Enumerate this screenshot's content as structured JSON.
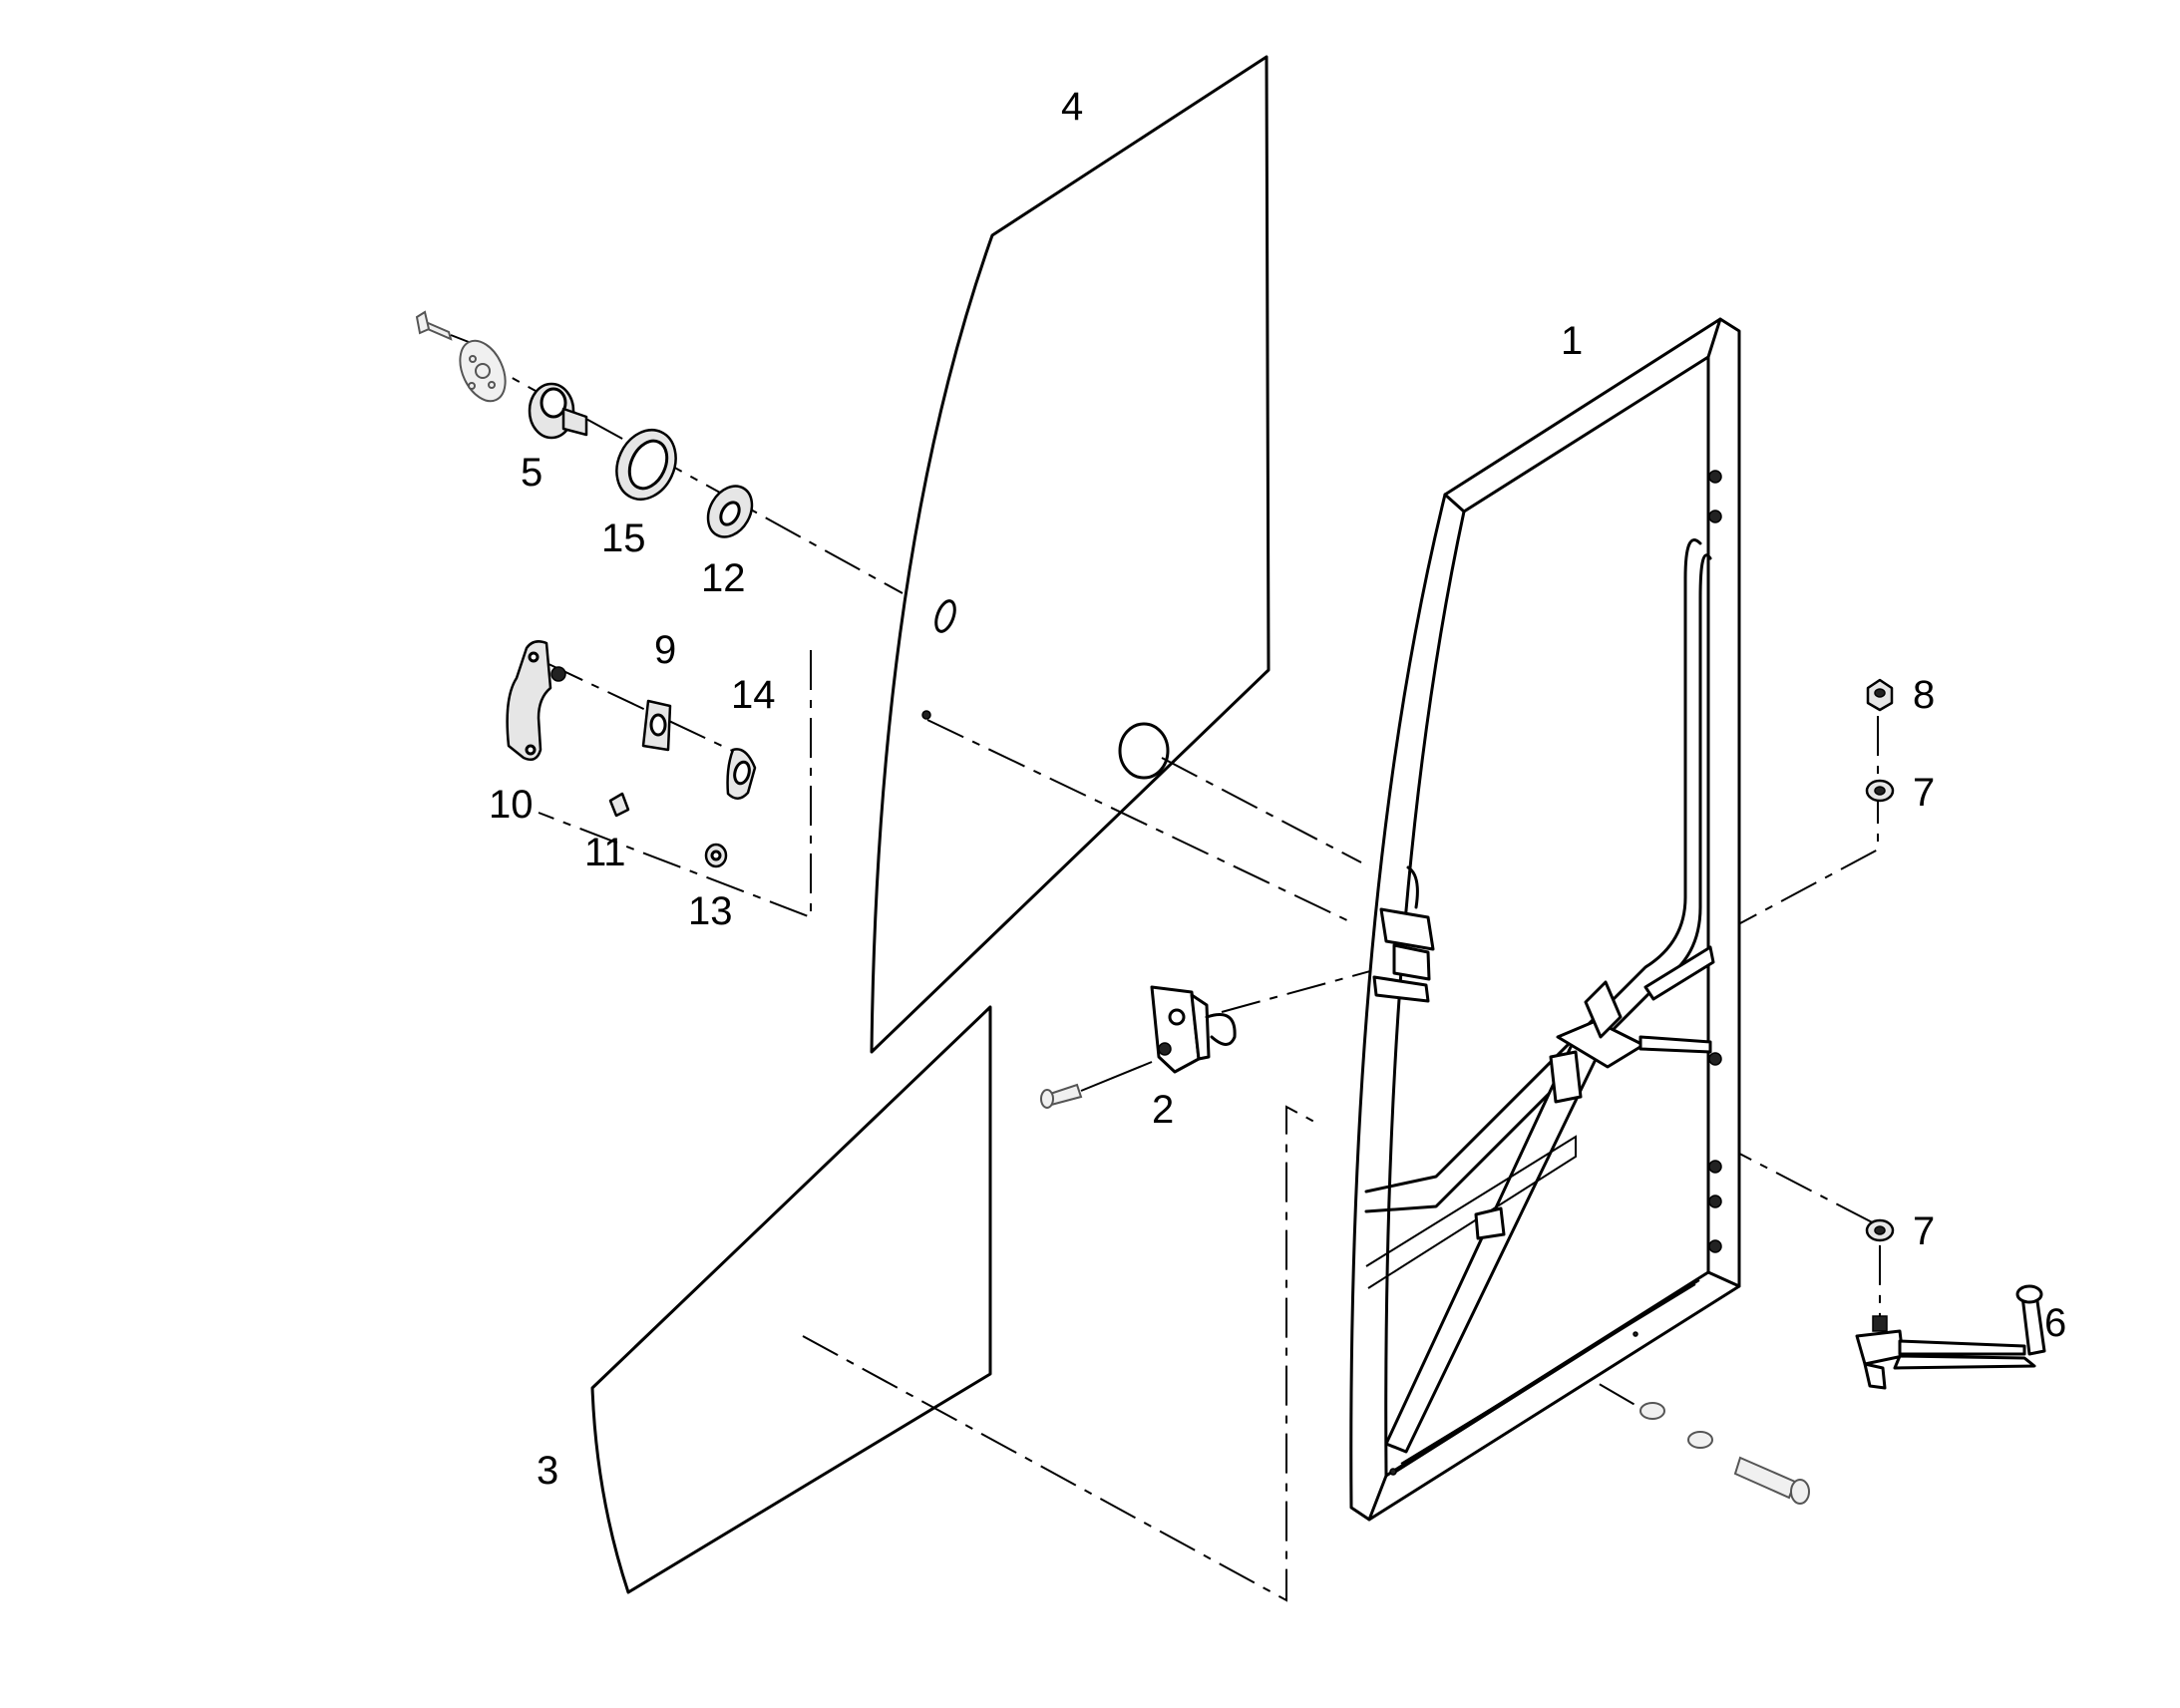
{
  "diagram": {
    "callouts": [
      "1",
      "2",
      "3",
      "4",
      "5",
      "6",
      "7",
      "7",
      "8",
      "9",
      "10",
      "11",
      "12",
      "13",
      "14",
      "15"
    ]
  }
}
